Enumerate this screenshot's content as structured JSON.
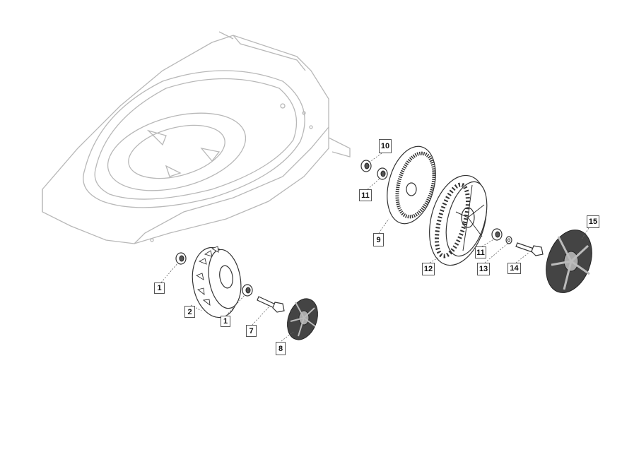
{
  "diagram": {
    "title": "Wheels exploded parts view",
    "callouts": [
      {
        "id": "c1a",
        "label": "1"
      },
      {
        "id": "c2",
        "label": "2"
      },
      {
        "id": "c1b",
        "label": "1"
      },
      {
        "id": "c7",
        "label": "7"
      },
      {
        "id": "c8",
        "label": "8"
      },
      {
        "id": "c10",
        "label": "10"
      },
      {
        "id": "c11a",
        "label": "11"
      },
      {
        "id": "c9",
        "label": "9"
      },
      {
        "id": "c12",
        "label": "12"
      },
      {
        "id": "c11b",
        "label": "11"
      },
      {
        "id": "c13",
        "label": "13"
      },
      {
        "id": "c14",
        "label": "14"
      },
      {
        "id": "c15",
        "label": "15"
      }
    ]
  }
}
